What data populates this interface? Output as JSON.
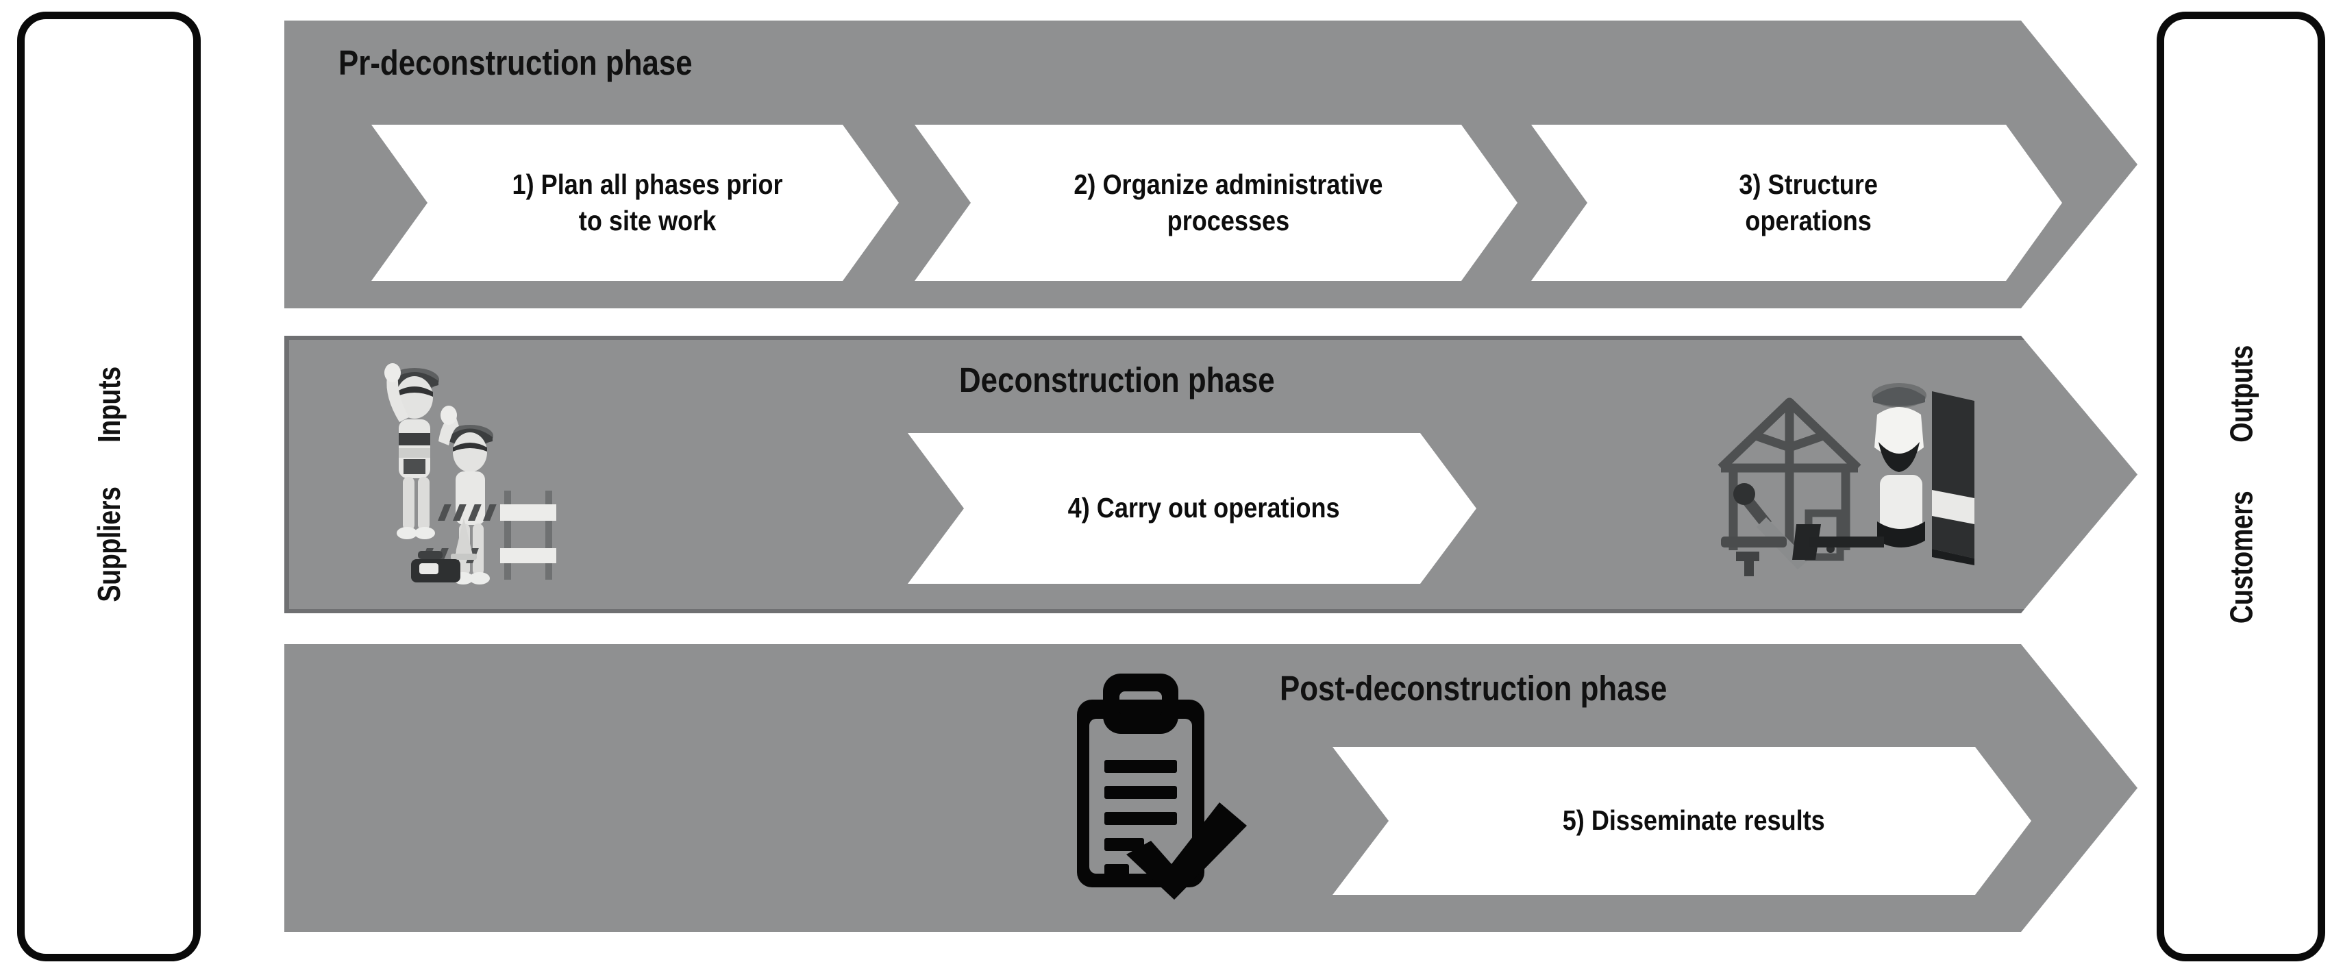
{
  "diagram": {
    "type": "sipoc-process-flow",
    "colors": {
      "band_gray": "#8f9091",
      "band_border_gray": "#6f7072",
      "chevron_white": "#ffffff",
      "text_black": "#111111",
      "outline_black": "#0a0a0a"
    },
    "left_panel": {
      "name": "suppliers-inputs-panel",
      "lines": [
        "Suppliers",
        "Inputs"
      ]
    },
    "right_panel": {
      "name": "customers-outputs-panel",
      "lines": [
        "Customers",
        "Outputs"
      ]
    },
    "phases": [
      {
        "id": "pre-deconstruction",
        "title": "Pr-deconstruction phase",
        "title_align": "left",
        "steps": [
          {
            "number": "1)",
            "label": "1) Plan all phases prior\nto site work"
          },
          {
            "number": "2)",
            "label": "2) Organize administrative\nprocesses"
          },
          {
            "number": "3)",
            "label": "3) Structure\noperations"
          }
        ],
        "illustrations": []
      },
      {
        "id": "deconstruction",
        "title": "Deconstruction phase",
        "title_align": "center",
        "steps": [
          {
            "number": "4)",
            "label": "4) Carry out operations"
          }
        ],
        "illustrations": [
          {
            "name": "construction-workers-illustration",
            "position": "left"
          },
          {
            "name": "house-frame-worker-illustration",
            "position": "right"
          }
        ]
      },
      {
        "id": "post-deconstruction",
        "title": "Post-deconstruction phase",
        "title_align": "center",
        "steps": [
          {
            "number": "5)",
            "label": "5) Disseminate results"
          }
        ],
        "illustrations": [
          {
            "name": "clipboard-checkmark-icon",
            "position": "left"
          }
        ]
      }
    ]
  }
}
